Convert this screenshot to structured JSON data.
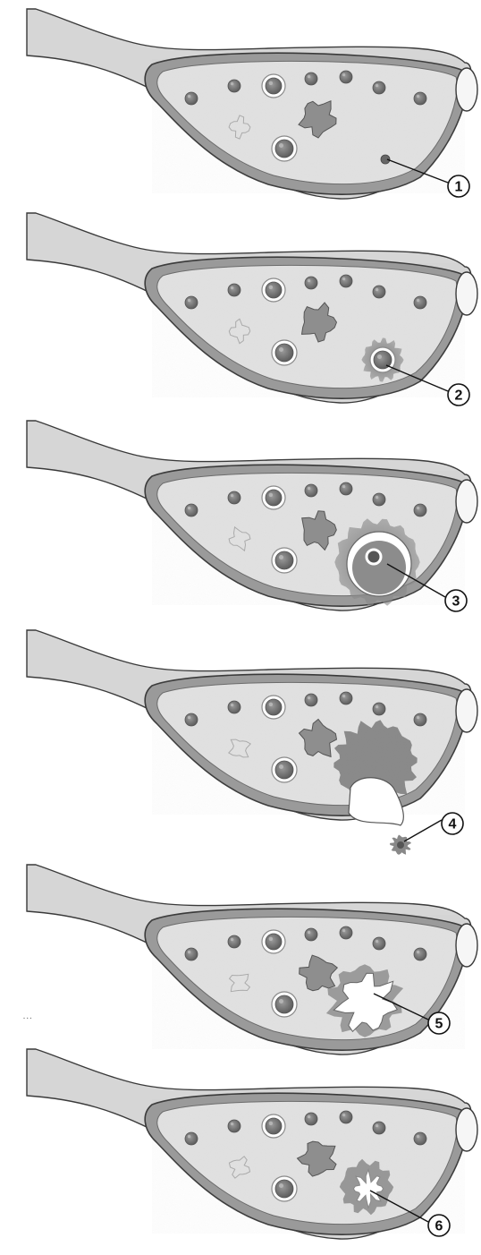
{
  "figure": {
    "panels": [
      {
        "stage": "1",
        "callout_label": "1"
      },
      {
        "stage": "2",
        "callout_label": "2"
      },
      {
        "stage": "3",
        "callout_label": "3"
      },
      {
        "stage": "4",
        "callout_label": "4"
      },
      {
        "stage": "5",
        "callout_label": "5"
      },
      {
        "stage": "6",
        "callout_label": "6"
      }
    ],
    "signature": "…"
  },
  "colors": {
    "background": "#ffffff",
    "stroma": "#d6d6d6",
    "ovary_wall": "#9a9a9a",
    "follicle_dark": "#7a7a7a",
    "follicle_rim": "#ffffff",
    "cell_cluster": "#6e6e6e",
    "outline": "#3a3a3a"
  },
  "icons": {
    "follicle": "circle-icon",
    "corpus": "blob-icon"
  }
}
